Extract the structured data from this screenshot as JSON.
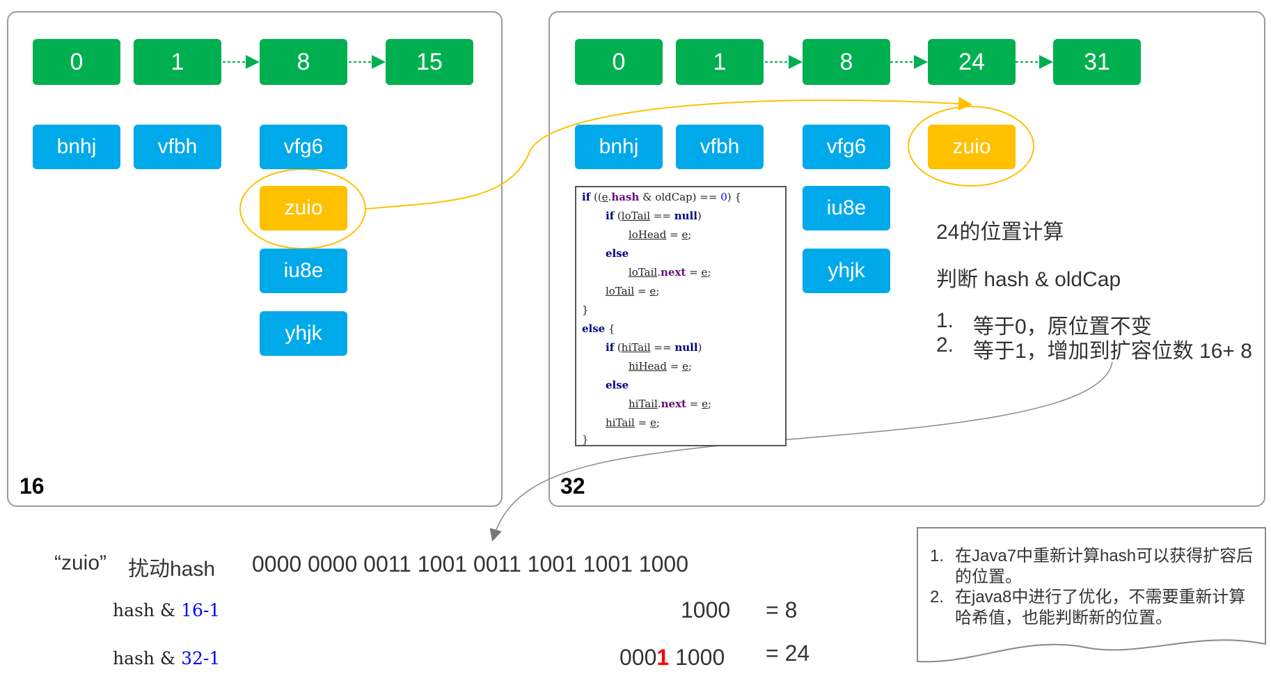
{
  "left_panel": {
    "label": "16",
    "buckets": [
      "0",
      "1",
      "8",
      "15"
    ],
    "keys": [
      "bnhj",
      "vfbh",
      "vfg6",
      "zuio",
      "iu8e",
      "yhjk"
    ]
  },
  "right_panel": {
    "label": "32",
    "buckets": [
      "0",
      "1",
      "8",
      "24",
      "31"
    ],
    "keys": [
      "bnhj",
      "vfbh",
      "vfg6",
      "iu8e",
      "yhjk",
      "zuio"
    ],
    "title": "24的位置计算",
    "rule": "判断 hash & oldCap",
    "steps": [
      {
        "num": "1.",
        "text": "等于0，原位置不变"
      },
      {
        "num": "2.",
        "text": "等于1，增加到扩容位数 16+ 8"
      }
    ]
  },
  "code": {
    "l1_kw": "if",
    "l1_a": "((",
    "l1_e": "e",
    "l1_b": ".",
    "l1_hash": "hash",
    "l1_c": " & oldCap) ",
    "l1_eq": "==",
    "l1_d": " ",
    "l1_zero": "0",
    "l1_e2": ") {",
    "l2_kw": "if",
    "l2_a": " (",
    "l2_var": "loTail",
    "l2_b": " == ",
    "l2_null": "null",
    "l2_c": ")",
    "l3_var": "loHead",
    "l3_b": " = ",
    "l3_e": "e",
    "l3_c": ";",
    "l4_kw": "else",
    "l5_var": "loTail",
    "l5_dot": ".",
    "l5_next": "next",
    "l5_b": " = ",
    "l5_e": "e",
    "l5_c": ";",
    "l6_var": "loTail",
    "l6_b": " = ",
    "l6_e": "e",
    "l6_c": ";",
    "l7": "}",
    "l8_kw": "else",
    "l8_b": " {",
    "l9_kw": "if",
    "l9_a": " (",
    "l9_var": "hiTail",
    "l9_b": " == ",
    "l9_null": "null",
    "l9_c": ")",
    "l10_var": "hiHead",
    "l10_b": " = ",
    "l10_e": "e",
    "l10_c": ";",
    "l11_kw": "else",
    "l12_var": "hiTail",
    "l12_dot": ".",
    "l12_next": "next",
    "l12_b": " = ",
    "l12_e": "e",
    "l12_c": ";",
    "l13_var": "hiTail",
    "l13_b": " = ",
    "l13_e": "e",
    "l13_c": ";",
    "l14": "}"
  },
  "bottom": {
    "quote_label": "“zuio”",
    "perturb_label": "扰动hash",
    "hash_bits": "0000 0000 0011 1001 0011 1001 1001 1000",
    "expr1_prefix": "hash & ",
    "expr1_num": "16-1",
    "result1_bits": "1000",
    "result1_value": "= 8",
    "expr2_prefix": "hash & ",
    "expr2_num": "32-1",
    "result2_bits_a": "000",
    "result2_bits_red": "1",
    "result2_bits_b": " 1000",
    "result2_value": "= 24"
  },
  "note": {
    "items": [
      {
        "num": "1.",
        "lines": [
          "在Java7中重新计算hash可以获得扩容后",
          "的位置。"
        ]
      },
      {
        "num": "2.",
        "lines": [
          "在java8中进行了优化，不需要重新计算",
          "哈希值，也能判断新的位置。"
        ]
      }
    ]
  },
  "colors": {
    "bucket_green": "#00b050",
    "key_blue": "#00a9ea",
    "moved_yellow": "#ffc000",
    "highlight_red": "#ff0000",
    "literal_blue": "#0000ff"
  }
}
